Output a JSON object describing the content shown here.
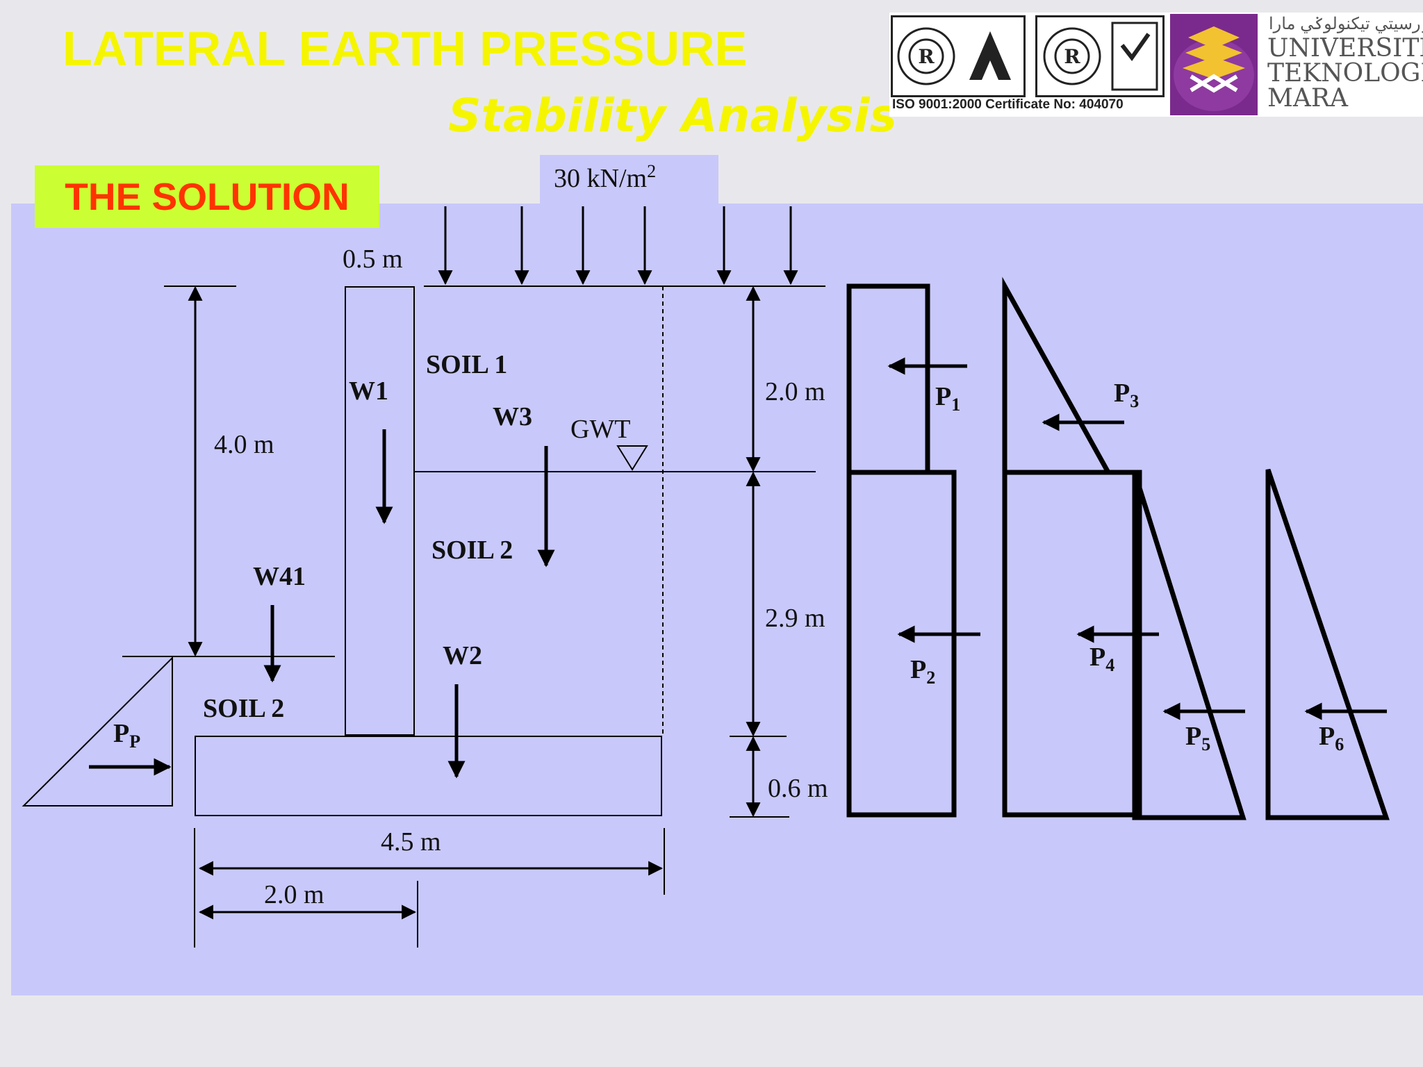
{
  "header": {
    "title": "LATERAL EARTH PRESSURE",
    "subtitle": "Stability  Analysis",
    "solution_label": "THE SOLUTION"
  },
  "logo": {
    "certificate": "ISO 9001:2000 Certificate No: 404070",
    "university_line1": "UNIVERSITI",
    "university_line2": "TEKNOLOGI",
    "university_line3": "MARA",
    "jawi": "اونيۏرسيتي تيكنولوݢي مارا"
  },
  "diagram": {
    "surcharge_base": "30 kN/m",
    "surcharge_exp": "2",
    "stem_width": "0.5 m",
    "total_height": "4.0 m",
    "dim_soil1": "2.0 m",
    "dim_soil2": "2.9 m",
    "dim_base": "0.6 m",
    "base_length": "4.5 m",
    "toe_length": "2.0 m",
    "soil1": "SOIL 1",
    "soil2_heel": "SOIL 2",
    "soil2_toe": "SOIL 2",
    "gwt": "GWT",
    "w1": "W1",
    "w2": "W2",
    "w3": "W3",
    "w41": "W41",
    "pp_main": "P",
    "pp_sub": "P",
    "p1_main": "P",
    "p1_sub": "1",
    "p2_main": "P",
    "p2_sub": "2",
    "p3_main": "P",
    "p3_sub": "3",
    "p4_main": "P",
    "p4_sub": "4",
    "p5_main": "P",
    "p5_sub": "5",
    "p6_main": "P",
    "p6_sub": "6"
  },
  "colors": {
    "panel": "#c8c8fa",
    "title": "#f5f500",
    "solution_bg": "#ccff33",
    "solution_text": "#ff3300"
  }
}
